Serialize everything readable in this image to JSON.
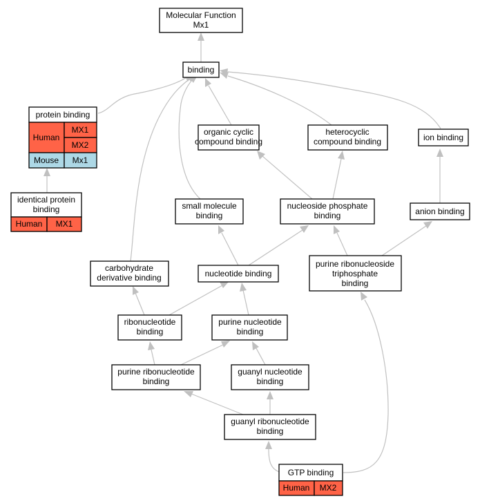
{
  "nodes": {
    "molecular_function": {
      "lines": [
        "Molecular Function",
        "Mx1"
      ]
    },
    "binding": {
      "lines": [
        "binding"
      ]
    },
    "protein_binding": {
      "lines": [
        "protein binding"
      ]
    },
    "identical_protein_binding": {
      "lines": [
        "identical protein",
        "binding"
      ]
    },
    "organic_cyclic": {
      "lines": [
        "organic cyclic",
        "compound binding"
      ]
    },
    "heterocyclic": {
      "lines": [
        "heterocyclic",
        "compound binding"
      ]
    },
    "ion_binding": {
      "lines": [
        "ion binding"
      ]
    },
    "small_molecule": {
      "lines": [
        "small molecule",
        "binding"
      ]
    },
    "nucleoside_phosphate": {
      "lines": [
        "nucleoside phosphate",
        "binding"
      ]
    },
    "anion_binding": {
      "lines": [
        "anion binding"
      ]
    },
    "carbohydrate_derivative": {
      "lines": [
        "carbohydrate",
        "derivative binding"
      ]
    },
    "nucleotide_binding": {
      "lines": [
        "nucleotide binding"
      ]
    },
    "purine_ribonucleoside_triphosphate": {
      "lines": [
        "purine ribonucleoside",
        "triphosphate",
        "binding"
      ]
    },
    "ribonucleotide_binding": {
      "lines": [
        "ribonucleotide",
        "binding"
      ]
    },
    "purine_nucleotide": {
      "lines": [
        "purine nucleotide",
        "binding"
      ]
    },
    "purine_ribonucleotide": {
      "lines": [
        "purine ribonucleotide",
        "binding"
      ]
    },
    "guanyl_nucleotide": {
      "lines": [
        "guanyl nucleotide",
        "binding"
      ]
    },
    "guanyl_ribonucleotide": {
      "lines": [
        "guanyl ribonucleotide",
        "binding"
      ]
    },
    "gtp_binding": {
      "lines": [
        "GTP binding"
      ]
    }
  },
  "tables": {
    "protein_binding": [
      {
        "species": "Human",
        "genes": [
          "MX1",
          "MX2"
        ],
        "color": "#ff6347"
      },
      {
        "species": "Mouse",
        "genes": [
          "Mx1"
        ],
        "color": "#add8e6"
      }
    ],
    "identical_protein_binding": [
      {
        "species": "Human",
        "genes": [
          "MX1"
        ],
        "color": "#ff6347"
      }
    ],
    "gtp_binding": [
      {
        "species": "Human",
        "genes": [
          "MX2"
        ],
        "color": "#ff6347"
      }
    ]
  },
  "colors": {
    "edge": "#c0c0c0",
    "human": "#ff6347",
    "mouse": "#add8e6"
  }
}
